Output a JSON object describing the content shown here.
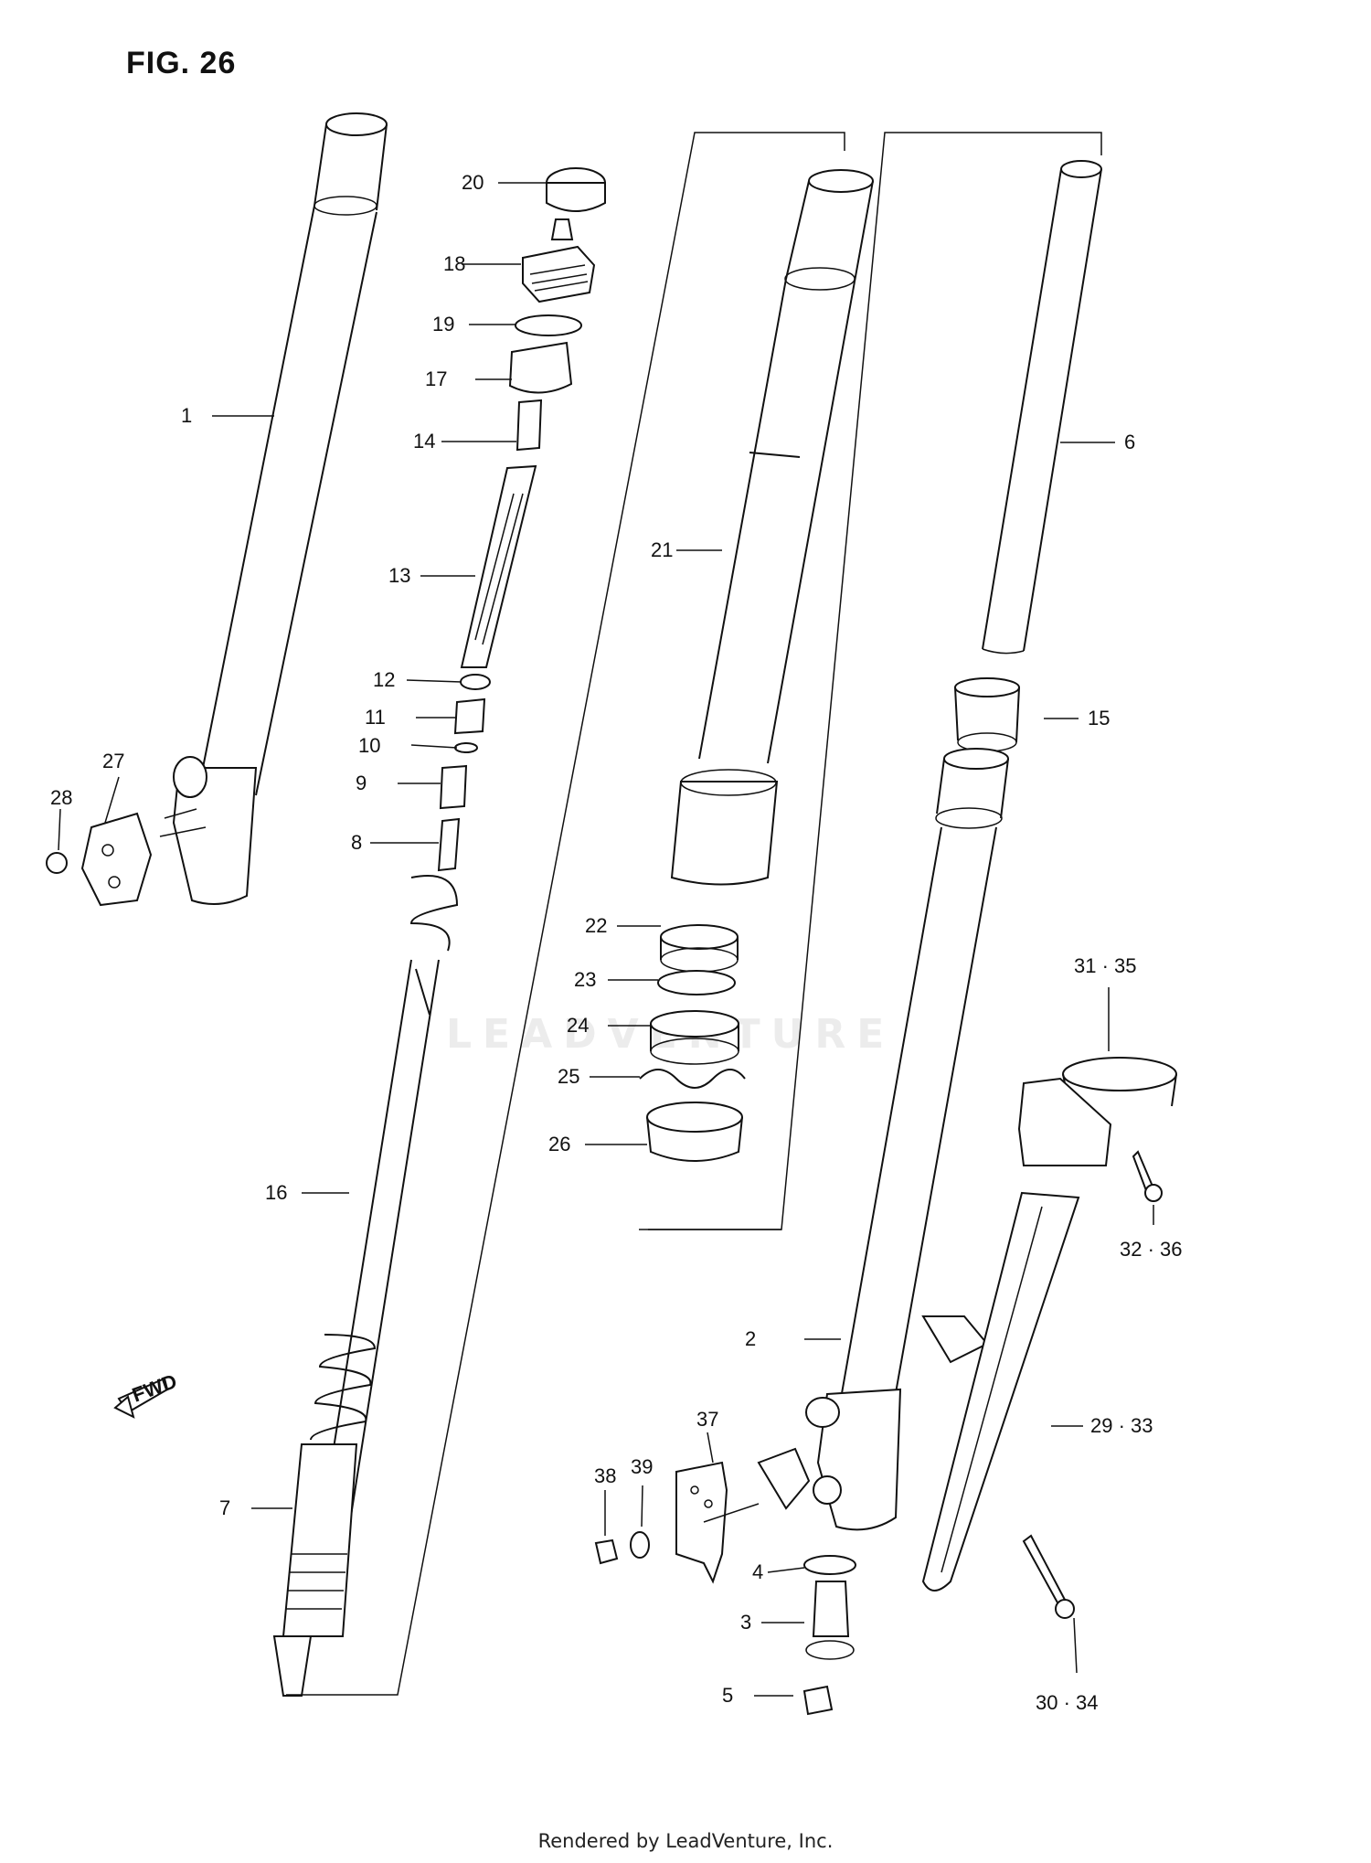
{
  "figure": {
    "title": "FIG. 26"
  },
  "watermark": "LEADVENTURE",
  "footer": "Rendered by LeadVenture, Inc.",
  "fwd_arrow": {
    "label": "FWD",
    "icon": "forward-arrow-icon"
  },
  "callouts": {
    "c1": "1",
    "c2": "2",
    "c3": "3",
    "c4": "4",
    "c5": "5",
    "c6": "6",
    "c7": "7",
    "c8": "8",
    "c9": "9",
    "c10": "10",
    "c11": "11",
    "c12": "12",
    "c13": "13",
    "c14": "14",
    "c15": "15",
    "c16": "16",
    "c17": "17",
    "c18": "18",
    "c19": "19",
    "c20": "20",
    "c21": "21",
    "c22": "22",
    "c23": "23",
    "c24": "24",
    "c25": "25",
    "c26": "26",
    "c27": "27",
    "c28": "28",
    "c29_33": "29 · 33",
    "c30_34": "30 · 34",
    "c31_35": "31 · 35",
    "c32_36": "32 · 36",
    "c37": "37",
    "c38": "38",
    "c39": "39"
  }
}
